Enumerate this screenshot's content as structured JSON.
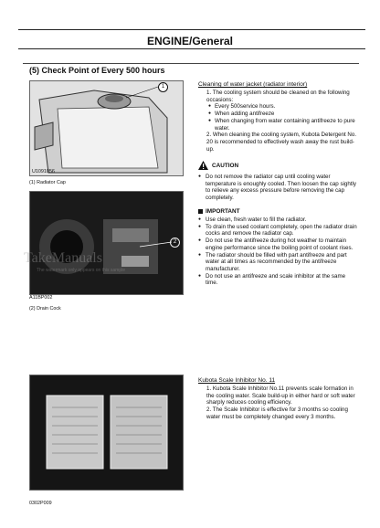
{
  "header": {
    "title": "ENGINE/General"
  },
  "section": {
    "title": "(5) Check Point of Every 500 hours"
  },
  "figures": [
    {
      "code": "U1091056",
      "caption": "(1)   Radiator Cap",
      "callout": "1"
    },
    {
      "code": "A11BP002",
      "caption": "(2)   Drain Cock",
      "callout": "2"
    },
    {
      "code": "0302P009"
    }
  ],
  "cleaning": {
    "heading": "Cleaning of water jacket (radiator interior)",
    "item1": "1. The cooling system should be cleaned on the following occasions:",
    "bullets": [
      "Every 500service hours.",
      "When adding antifreeze",
      "When changing from water containing antifreeze to pure water."
    ],
    "item2": "2. When cleaning the cooling system, Kubota Detergent No. 20 is recommended to effectively wash away the rust build-up."
  },
  "caution": {
    "label": "CAUTION",
    "items": [
      "Do not remove the radiator cap until cooling water temperature is enoughly cooled. Then loosen the cap sightly to relieve any excess pressure before removing the cap completely."
    ]
  },
  "important": {
    "label": "IMPORTANT",
    "items": [
      "Use clean, fresh water to fill the radiator.",
      "To drain the used coolant completely, open the radiator drain cocks and remove the radiator cap.",
      "Do not use the antifreeze during hot weather to maintain engine performance since the boiling point of coolant rises.",
      "The radiator should be filled with part antifreeze and part water at all times as recommended by the antifreeze manufacturer.",
      "Do not use an antifreeze and scale inhibitor at the same time."
    ]
  },
  "scale": {
    "heading": "Kubota Scale Inhibitor No. 11",
    "item1": "1. Kubota Scale Inhibitor No.11 prevents scale formation in the cooling water. Scale build-up in either hard or soft water sharply reduces cooling efficiency.",
    "item2": "2. The Scale Inhibitor is effective for 3 months so cooling water must be completely changed every 3 months."
  },
  "watermark": {
    "brand": "TakeManuals",
    "line": "The watermark only appears on this sample"
  }
}
